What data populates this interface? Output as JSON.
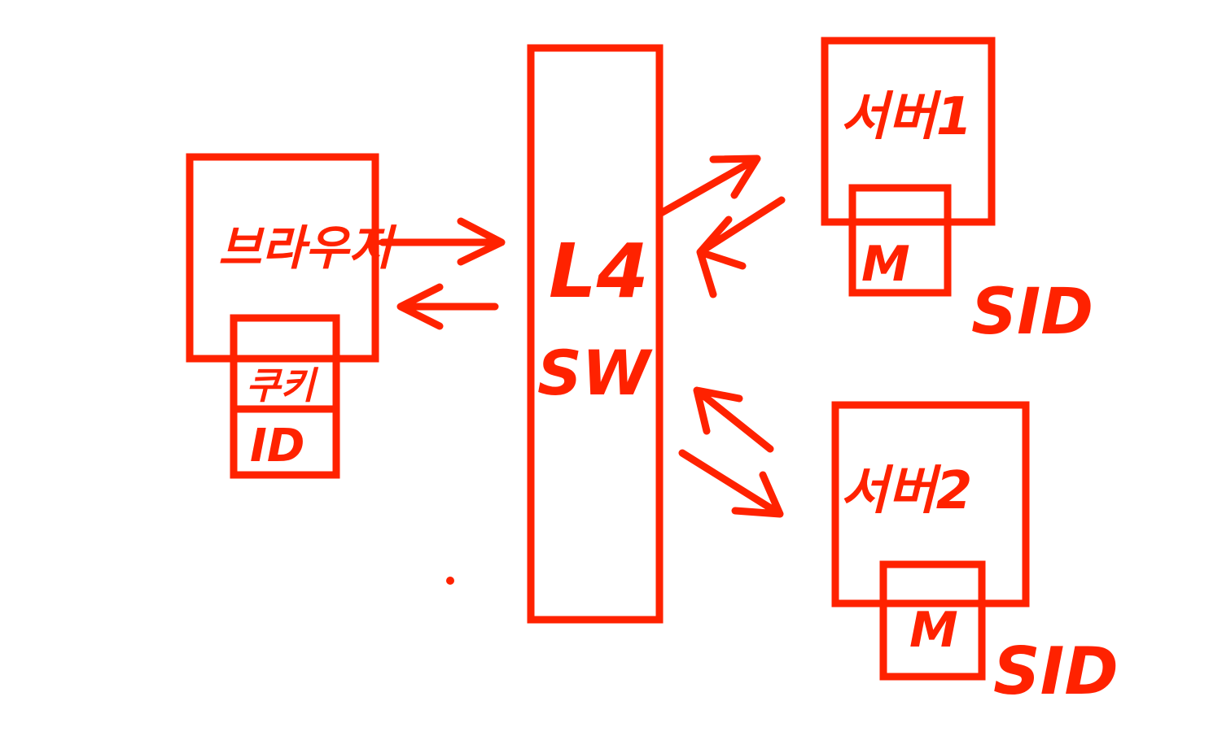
{
  "diagram": {
    "ink_color": "#ff2200",
    "background": "#ffffff",
    "nodes": {
      "browser": {
        "label": "브라우저",
        "cookie_label": "쿠키",
        "id_label": "ID"
      },
      "switch": {
        "label_line1": "L4",
        "label_line2": "SW"
      },
      "server1": {
        "label": "서버1",
        "sub_label": "M",
        "sid_label": "SID"
      },
      "server2": {
        "label": "서버2",
        "sub_label": "M",
        "sid_label": "SID"
      }
    },
    "edges": [
      {
        "from": "browser",
        "to": "switch",
        "bidirectional": true
      },
      {
        "from": "switch",
        "to": "server1",
        "bidirectional": true
      },
      {
        "from": "switch",
        "to": "server2",
        "bidirectional": true
      }
    ]
  }
}
